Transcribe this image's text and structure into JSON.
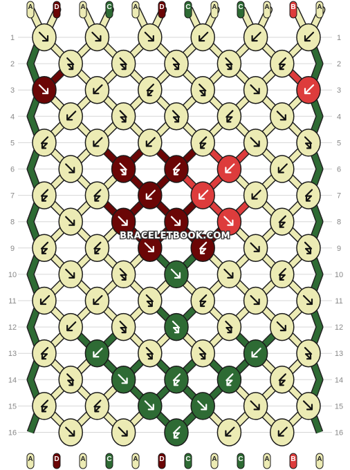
{
  "colors": {
    "A": "#ecebb4",
    "B": "#dd3c3c",
    "C": "#2e6b34",
    "D": "#6b0606"
  },
  "strands_top": [
    "A",
    "D",
    "A",
    "C",
    "A",
    "D",
    "C",
    "A",
    "C",
    "A",
    "B",
    "A"
  ],
  "strands_bottom": [
    "A",
    "D",
    "A",
    "C",
    "A",
    "D",
    "C",
    "A",
    "C",
    "A",
    "B",
    "A"
  ],
  "row_numbers": [
    "1",
    "2",
    "3",
    "4",
    "5",
    "6",
    "7",
    "8",
    "9",
    "10",
    "11",
    "12",
    "13",
    "14",
    "15",
    "16"
  ],
  "watermark": "BRACELETBOOK.COM",
  "knots": [
    {
      "row": 1,
      "col": 0,
      "color": "A",
      "arrow": "se"
    },
    {
      "row": 1,
      "col": 2,
      "color": "A",
      "arrow": "se"
    },
    {
      "row": 1,
      "col": 4,
      "color": "A",
      "arrow": "se"
    },
    {
      "row": 1,
      "col": 6,
      "color": "A",
      "arrow": "sw"
    },
    {
      "row": 1,
      "col": 8,
      "color": "A",
      "arrow": "sw"
    },
    {
      "row": 1,
      "col": 10,
      "color": "A",
      "arrow": "sw"
    },
    {
      "row": 2,
      "col": 1,
      "color": "A",
      "arrow": "fwd"
    },
    {
      "row": 2,
      "col": 3,
      "color": "A",
      "arrow": "fwd"
    },
    {
      "row": 2,
      "col": 5,
      "color": "A",
      "arrow": "fwd"
    },
    {
      "row": 2,
      "col": 7,
      "color": "A",
      "arrow": "fwd"
    },
    {
      "row": 2,
      "col": 9,
      "color": "A",
      "arrow": "bwd"
    },
    {
      "row": 3,
      "col": 0,
      "color": "D",
      "arrow": "se"
    },
    {
      "row": 3,
      "col": 2,
      "color": "A",
      "arrow": "sw"
    },
    {
      "row": 3,
      "col": 4,
      "color": "A",
      "arrow": "bwd"
    },
    {
      "row": 3,
      "col": 6,
      "color": "A",
      "arrow": "fwd"
    },
    {
      "row": 3,
      "col": 8,
      "color": "A",
      "arrow": "se"
    },
    {
      "row": 3,
      "col": 10,
      "color": "B",
      "arrow": "sw"
    },
    {
      "row": 4,
      "col": 1,
      "color": "A",
      "arrow": "sw"
    },
    {
      "row": 4,
      "col": 3,
      "color": "A",
      "arrow": "fwd"
    },
    {
      "row": 4,
      "col": 5,
      "color": "A",
      "arrow": "fwd"
    },
    {
      "row": 4,
      "col": 7,
      "color": "A",
      "arrow": "bwd"
    },
    {
      "row": 4,
      "col": 9,
      "color": "A",
      "arrow": "se"
    },
    {
      "row": 5,
      "col": 0,
      "color": "A",
      "arrow": "bwd"
    },
    {
      "row": 5,
      "col": 2,
      "color": "A",
      "arrow": "sw"
    },
    {
      "row": 5,
      "col": 4,
      "color": "A",
      "arrow": "sw"
    },
    {
      "row": 5,
      "col": 6,
      "color": "A",
      "arrow": "bwd"
    },
    {
      "row": 5,
      "col": 8,
      "color": "A",
      "arrow": "se"
    },
    {
      "row": 5,
      "col": 10,
      "color": "A",
      "arrow": "fwd"
    },
    {
      "row": 6,
      "col": 1,
      "color": "A",
      "arrow": "se"
    },
    {
      "row": 6,
      "col": 3,
      "color": "D",
      "arrow": "fwd"
    },
    {
      "row": 6,
      "col": 5,
      "color": "D",
      "arrow": "bwd"
    },
    {
      "row": 6,
      "col": 7,
      "color": "B",
      "arrow": "sw"
    },
    {
      "row": 6,
      "col": 9,
      "color": "A",
      "arrow": "sw"
    },
    {
      "row": 7,
      "col": 0,
      "color": "A",
      "arrow": "bwd"
    },
    {
      "row": 7,
      "col": 2,
      "color": "A",
      "arrow": "bwd"
    },
    {
      "row": 7,
      "col": 4,
      "color": "D",
      "arrow": "sw"
    },
    {
      "row": 7,
      "col": 6,
      "color": "B",
      "arrow": "sw"
    },
    {
      "row": 7,
      "col": 8,
      "color": "A",
      "arrow": "sw"
    },
    {
      "row": 7,
      "col": 10,
      "color": "A",
      "arrow": "bwd"
    },
    {
      "row": 8,
      "col": 1,
      "color": "A",
      "arrow": "se"
    },
    {
      "row": 8,
      "col": 3,
      "color": "D",
      "arrow": "se"
    },
    {
      "row": 8,
      "col": 5,
      "color": "D",
      "arrow": "se"
    },
    {
      "row": 8,
      "col": 7,
      "color": "B",
      "arrow": "se"
    },
    {
      "row": 8,
      "col": 9,
      "color": "A",
      "arrow": "bwd"
    },
    {
      "row": 9,
      "col": 0,
      "color": "A",
      "arrow": "bwd"
    },
    {
      "row": 9,
      "col": 2,
      "color": "A",
      "arrow": "bwd"
    },
    {
      "row": 9,
      "col": 4,
      "color": "D",
      "arrow": "se"
    },
    {
      "row": 9,
      "col": 6,
      "color": "D",
      "arrow": "bwd"
    },
    {
      "row": 9,
      "col": 8,
      "color": "A",
      "arrow": "se"
    },
    {
      "row": 9,
      "col": 10,
      "color": "A",
      "arrow": "fwd"
    },
    {
      "row": 10,
      "col": 1,
      "color": "A",
      "arrow": "se"
    },
    {
      "row": 10,
      "col": 3,
      "color": "A",
      "arrow": "fwd"
    },
    {
      "row": 10,
      "col": 5,
      "color": "C",
      "arrow": "se"
    },
    {
      "row": 10,
      "col": 7,
      "color": "A",
      "arrow": "se"
    },
    {
      "row": 10,
      "col": 9,
      "color": "A",
      "arrow": "bwd"
    },
    {
      "row": 11,
      "col": 0,
      "color": "A",
      "arrow": "sw"
    },
    {
      "row": 11,
      "col": 2,
      "color": "A",
      "arrow": "sw"
    },
    {
      "row": 11,
      "col": 4,
      "color": "A",
      "arrow": "fwd"
    },
    {
      "row": 11,
      "col": 6,
      "color": "A",
      "arrow": "bwd"
    },
    {
      "row": 11,
      "col": 8,
      "color": "A",
      "arrow": "se"
    },
    {
      "row": 11,
      "col": 10,
      "color": "A",
      "arrow": "se"
    },
    {
      "row": 12,
      "col": 1,
      "color": "A",
      "arrow": "sw"
    },
    {
      "row": 12,
      "col": 3,
      "color": "A",
      "arrow": "fwd"
    },
    {
      "row": 12,
      "col": 5,
      "color": "C",
      "arrow": "fwd"
    },
    {
      "row": 12,
      "col": 7,
      "color": "A",
      "arrow": "fwd"
    },
    {
      "row": 12,
      "col": 9,
      "color": "A",
      "arrow": "se"
    },
    {
      "row": 13,
      "col": 0,
      "color": "A",
      "arrow": "bwd"
    },
    {
      "row": 13,
      "col": 2,
      "color": "C",
      "arrow": "sw"
    },
    {
      "row": 13,
      "col": 4,
      "color": "A",
      "arrow": "fwd"
    },
    {
      "row": 13,
      "col": 6,
      "color": "A",
      "arrow": "fwd"
    },
    {
      "row": 13,
      "col": 8,
      "color": "C",
      "arrow": "sw"
    },
    {
      "row": 13,
      "col": 10,
      "color": "A",
      "arrow": "fwd"
    },
    {
      "row": 14,
      "col": 1,
      "color": "A",
      "arrow": "fwd"
    },
    {
      "row": 14,
      "col": 3,
      "color": "C",
      "arrow": "se"
    },
    {
      "row": 14,
      "col": 5,
      "color": "C",
      "arrow": "bwd"
    },
    {
      "row": 14,
      "col": 7,
      "color": "C",
      "arrow": "bwd"
    },
    {
      "row": 14,
      "col": 9,
      "color": "A",
      "arrow": "bwd"
    },
    {
      "row": 15,
      "col": 0,
      "color": "A",
      "arrow": "bwd"
    },
    {
      "row": 15,
      "col": 2,
      "color": "A",
      "arrow": "bwd"
    },
    {
      "row": 15,
      "col": 4,
      "color": "C",
      "arrow": "se"
    },
    {
      "row": 15,
      "col": 6,
      "color": "C",
      "arrow": "se"
    },
    {
      "row": 15,
      "col": 8,
      "color": "A",
      "arrow": "se"
    },
    {
      "row": 15,
      "col": 10,
      "color": "A",
      "arrow": "se"
    },
    {
      "row": 16,
      "col": 1,
      "color": "A",
      "arrow": "se"
    },
    {
      "row": 16,
      "col": 3,
      "color": "A",
      "arrow": "se"
    },
    {
      "row": 16,
      "col": 5,
      "color": "C",
      "arrow": "bwd"
    },
    {
      "row": 16,
      "col": 7,
      "color": "A",
      "arrow": "sw"
    },
    {
      "row": 16,
      "col": 9,
      "color": "A",
      "arrow": "sw"
    }
  ]
}
